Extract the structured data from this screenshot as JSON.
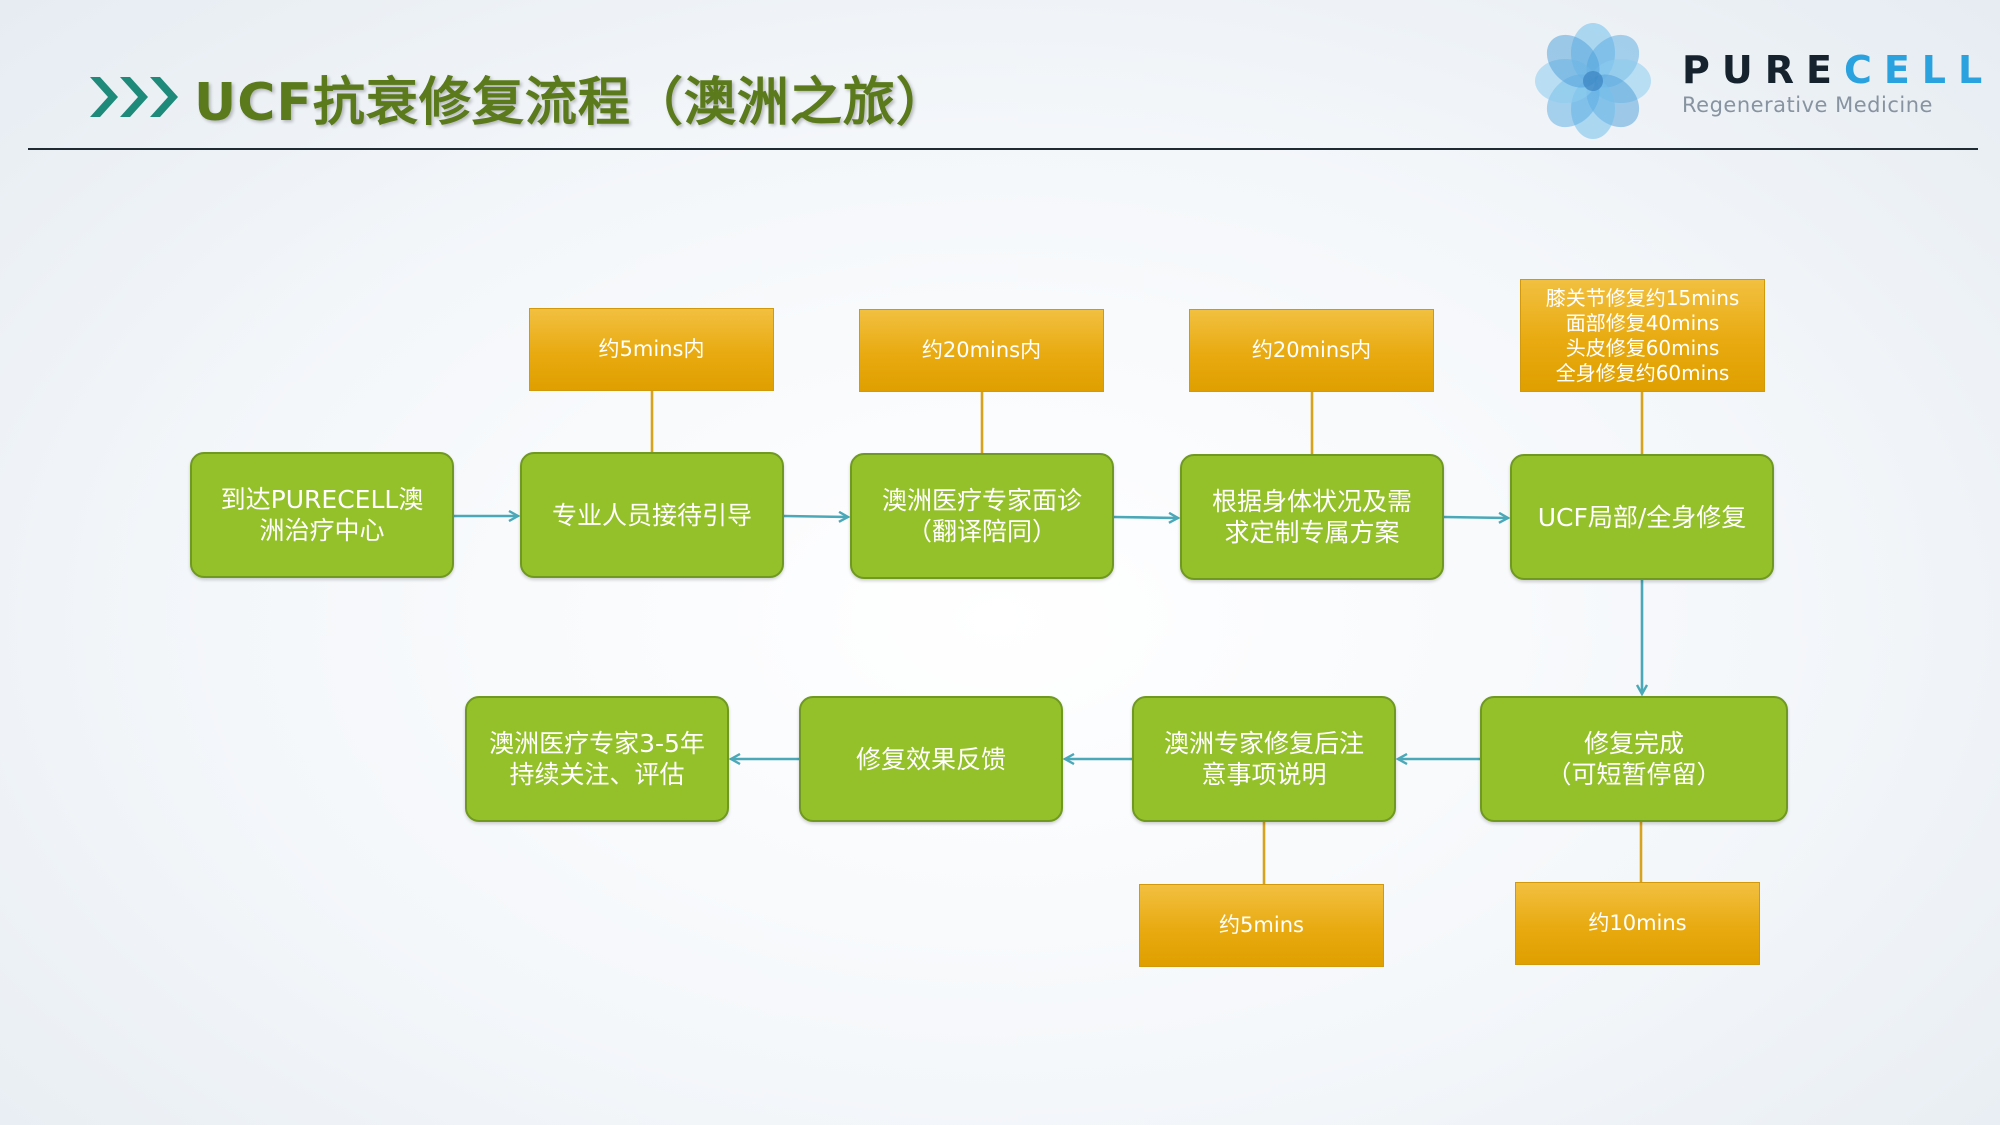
{
  "header": {
    "title": "UCF抗衰修复流程（澳洲之旅）",
    "chevron_icon": "triple-chevron-right",
    "accent_color": "#1e8a7a"
  },
  "brand": {
    "name_dark": "PURE",
    "name_light": "CELL",
    "tagline": "Regenerative Medicine",
    "logo_icon": "flower-petals-logo",
    "dark_color": "#16222e",
    "light_color": "#2aa2e0"
  },
  "flow": {
    "steps": [
      {
        "lines": [
          "到达PURECELL澳",
          "洲治疗中心"
        ]
      },
      {
        "lines": [
          "专业人员接待引导"
        ]
      },
      {
        "lines": [
          "澳洲医疗专家面诊",
          "（翻译陪同）"
        ]
      },
      {
        "lines": [
          "根据身体状况及需",
          "求定制专属方案"
        ]
      },
      {
        "lines": [
          "UCF局部/全身修复"
        ]
      },
      {
        "lines": [
          "修复完成",
          "（可短暂停留）"
        ]
      },
      {
        "lines": [
          "澳洲专家修复后注",
          "意事项说明"
        ]
      },
      {
        "lines": [
          "修复效果反馈"
        ]
      },
      {
        "lines": [
          "澳洲医疗专家3-5年",
          "持续关注、评估"
        ]
      }
    ],
    "durations": [
      {
        "lines": [
          "约5mins内"
        ]
      },
      {
        "lines": [
          "约20mins内"
        ]
      },
      {
        "lines": [
          "约20mins内"
        ]
      },
      {
        "lines": [
          "膝关节修复约15mins",
          "面部修复40mins",
          "头皮修复60mins",
          "全身修复约60mins"
        ]
      },
      {
        "lines": [
          "约5mins"
        ]
      },
      {
        "lines": [
          "约10mins"
        ]
      }
    ],
    "colors": {
      "step_fill": "#94c12a",
      "duration_fill": "#e8aa10",
      "arrow": "#4aa8b8",
      "connector": "#d7a21c"
    }
  }
}
